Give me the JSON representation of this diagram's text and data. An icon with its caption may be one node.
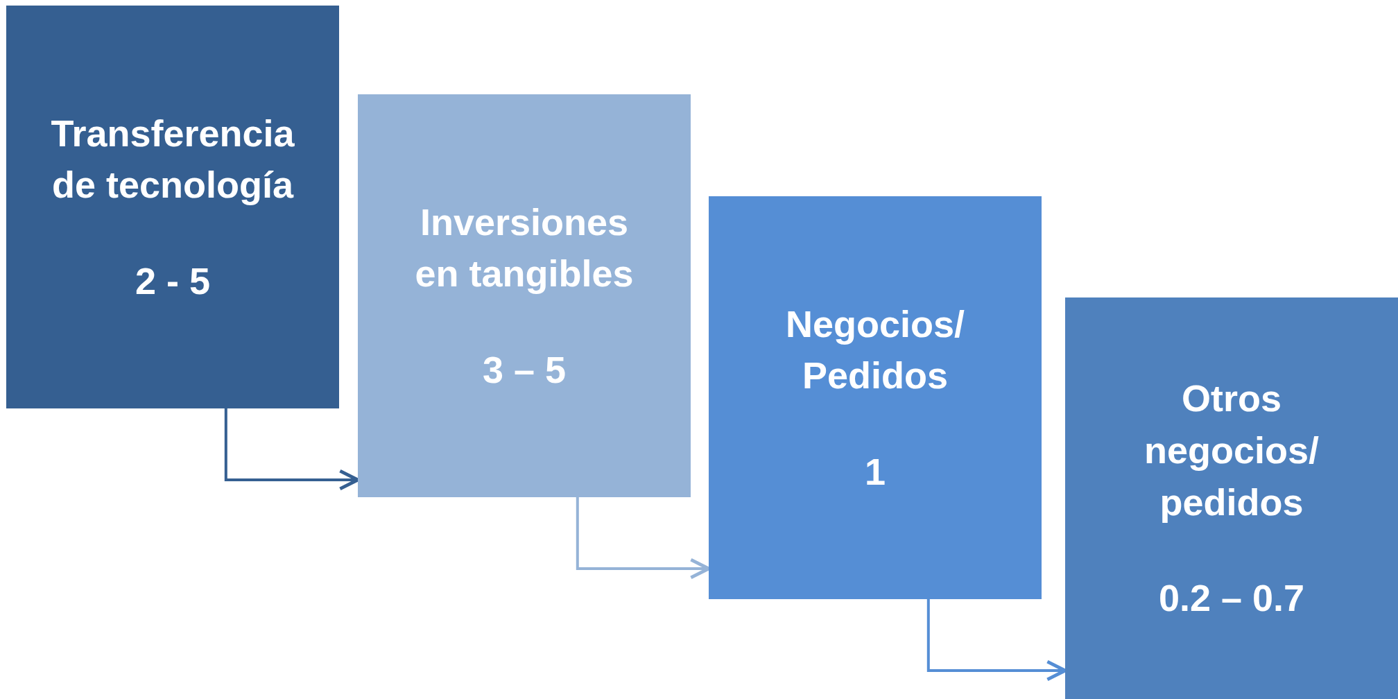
{
  "diagram": {
    "nodes": [
      {
        "text": [
          "Transferencia de tecnología",
          "2 - 5"
        ]
      },
      {
        "text": [
          "Inversiones en tangibles",
          "3 – 5"
        ]
      },
      {
        "text": [
          "Negocios/ Pedidos",
          "1"
        ]
      },
      {
        "text": [
          "Otros negocios/ pedidos",
          "0.2 – 0.7"
        ]
      }
    ],
    "edges": [
      {
        "from": 0,
        "to": 1,
        "arrow": "to",
        "color": "#355f91"
      },
      {
        "from": 1,
        "to": 2,
        "arrow": "to",
        "color": "#95b3d7"
      },
      {
        "from": 2,
        "to": 3,
        "arrow": "to",
        "color": "#558ed5"
      }
    ]
  }
}
